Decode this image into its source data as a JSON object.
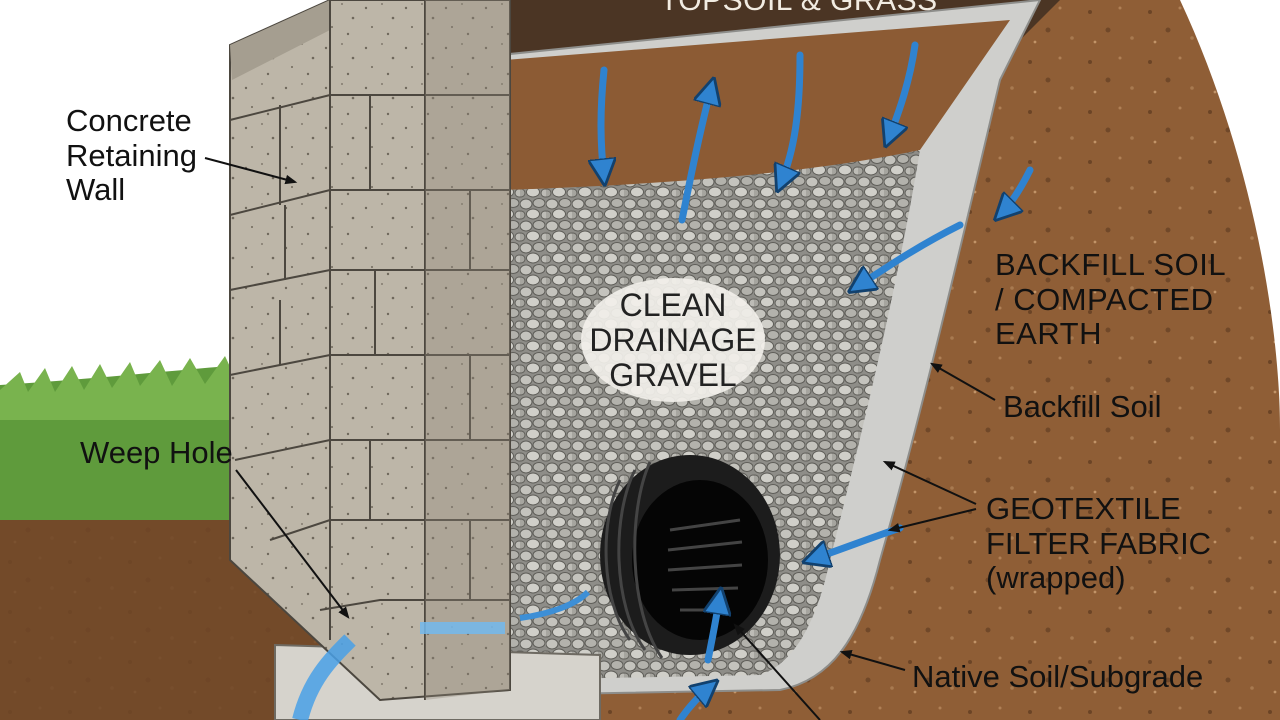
{
  "labels": {
    "topsoil": "TOPSOIL & GRASS",
    "wall": "Concrete\nRetaining\nWall",
    "gravel": "CLEAN\nDRAINAGE\nGRAVEL",
    "backfill_heading": "BACKFILL SOIL\n/ COMPACTED\nEARTH",
    "backfill_soil": "Backfill Soil",
    "weep_hole": "Weep Hole",
    "geotextile": "GEOTEXTILE\nFILTER FABRIC\n(wrapped)",
    "native_soil": "Native Soil/Subgrade"
  },
  "colors": {
    "soil_dark": "#6b4528",
    "soil_mid": "#8a5a33",
    "soil_light": "#a8764a",
    "topsoil": "#4a3524",
    "gravel": "#a9a8a3",
    "fabric": "#c9c9c6",
    "block": "#b8b1a3",
    "block_shade": "#938b7d",
    "water": "#3d8fd6",
    "grass": "#5e9a3a",
    "pipe": "#1d1d1d"
  }
}
